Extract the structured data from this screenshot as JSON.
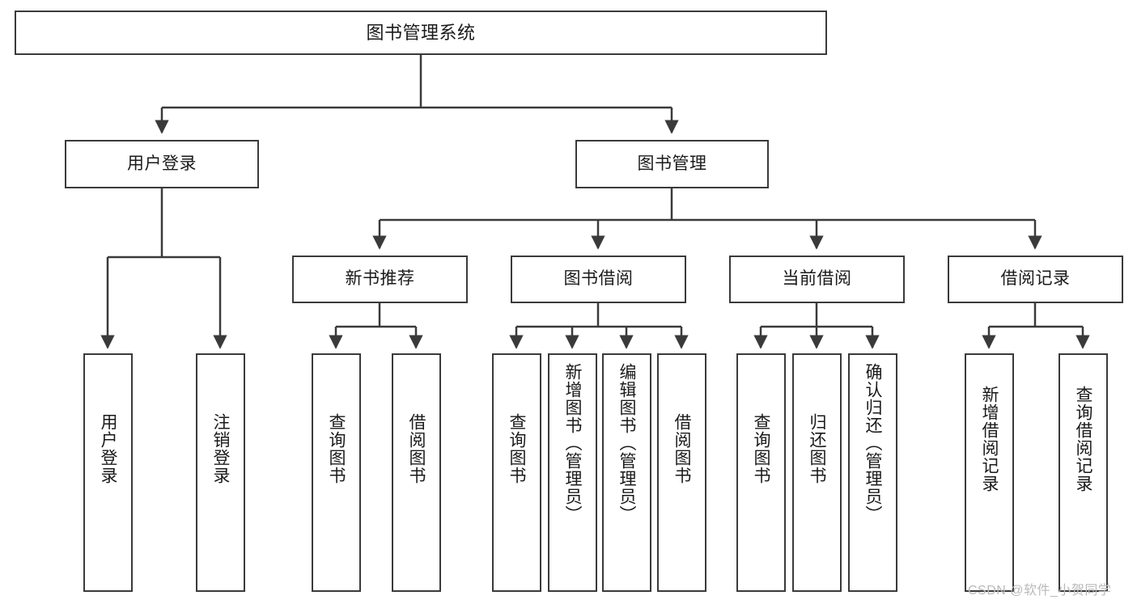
{
  "diagram": {
    "title": "图书管理系统",
    "type": "tree-hierarchy",
    "colors": {
      "box_border": "#3a3a3a",
      "box_fill": "#ffffff",
      "edge": "#3a3a3a",
      "text": "#1a1a1a",
      "watermark": "#b9b9b9"
    },
    "levels": {
      "level1": [
        "图书管理系统"
      ],
      "level2": [
        "用户登录",
        "图书管理"
      ],
      "level3": [
        "新书推荐",
        "图书借阅",
        "当前借阅",
        "借阅记录"
      ],
      "level4": [
        "用户登录",
        "注销登录",
        "查询图书",
        "借阅图书",
        "查询图书",
        "新增图书（管理员）",
        "编辑图书（管理员）",
        "借阅图书",
        "查询图书",
        "归还图书",
        "确认归还（管理员）",
        "新增借阅记录",
        "查询借阅记录"
      ]
    }
  },
  "nodes": {
    "root": {
      "label": "图书管理系统"
    },
    "user_login": {
      "label": "用户登录"
    },
    "book_mgmt": {
      "label": "图书管理"
    },
    "new_book_rec": {
      "label": "新书推荐"
    },
    "book_borrow": {
      "label": "图书借阅"
    },
    "current_borrow": {
      "label": "当前借阅"
    },
    "borrow_record": {
      "label": "借阅记录"
    },
    "leaf_user_login": {
      "label": "用户登录"
    },
    "leaf_logout": {
      "label": "注销登录"
    },
    "leaf_query_book_1": {
      "label": "查询图书"
    },
    "leaf_borrow_book_1": {
      "label": "借阅图书"
    },
    "leaf_query_book_2": {
      "label": "查询图书"
    },
    "leaf_add_book_admin": {
      "label": "新增图书（管理员）"
    },
    "leaf_edit_book_admin": {
      "label": "编辑图书（管理员）"
    },
    "leaf_borrow_book_2": {
      "label": "借阅图书"
    },
    "leaf_query_book_3": {
      "label": "查询图书"
    },
    "leaf_return_book": {
      "label": "归还图书"
    },
    "leaf_confirm_return_admin": {
      "label": "确认归还（管理员）"
    },
    "leaf_add_borrow_record": {
      "label": "新增借阅记录"
    },
    "leaf_query_borrow_record": {
      "label": "查询借阅记录"
    }
  },
  "watermark": {
    "text": "CSDN @软件_小贺同学"
  }
}
